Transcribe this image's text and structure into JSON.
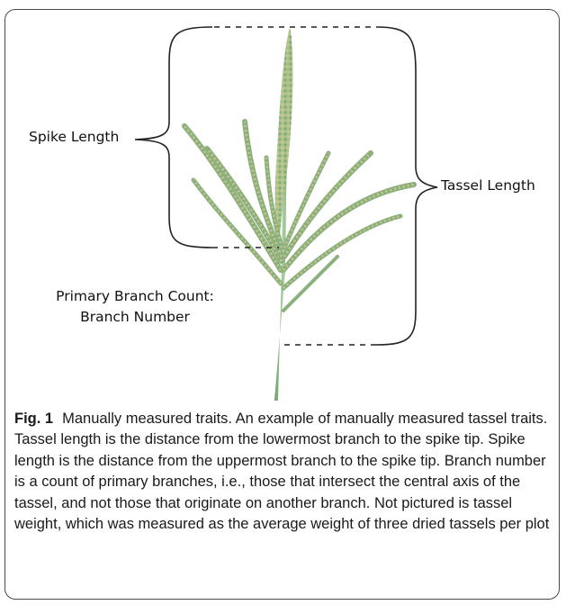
{
  "figure": {
    "labels": {
      "spike_length": "Spike Length",
      "tassel_length": "Tassel Length",
      "branch_line1": "Primary Branch Count:",
      "branch_line2": "Branch Number"
    }
  },
  "caption": {
    "label": "Fig. 1",
    "text": "Manually measured traits. An example of manually measured tassel traits. Tassel length is the distance from the lowermost branch to the spike tip. Spike length is the distance from the uppermost branch to the spike tip. Branch number is a count of primary branches, i.e., those that intersect the central axis of the tassel, and not those that originate on another branch. Not pictured is tassel weight, which was measured as the average weight of three dried tassels per plot"
  },
  "colors": {
    "stem": "#7fae7a",
    "spikelet": "#c9c48a",
    "bracket": "#222222",
    "border": "#4a4a4a"
  }
}
